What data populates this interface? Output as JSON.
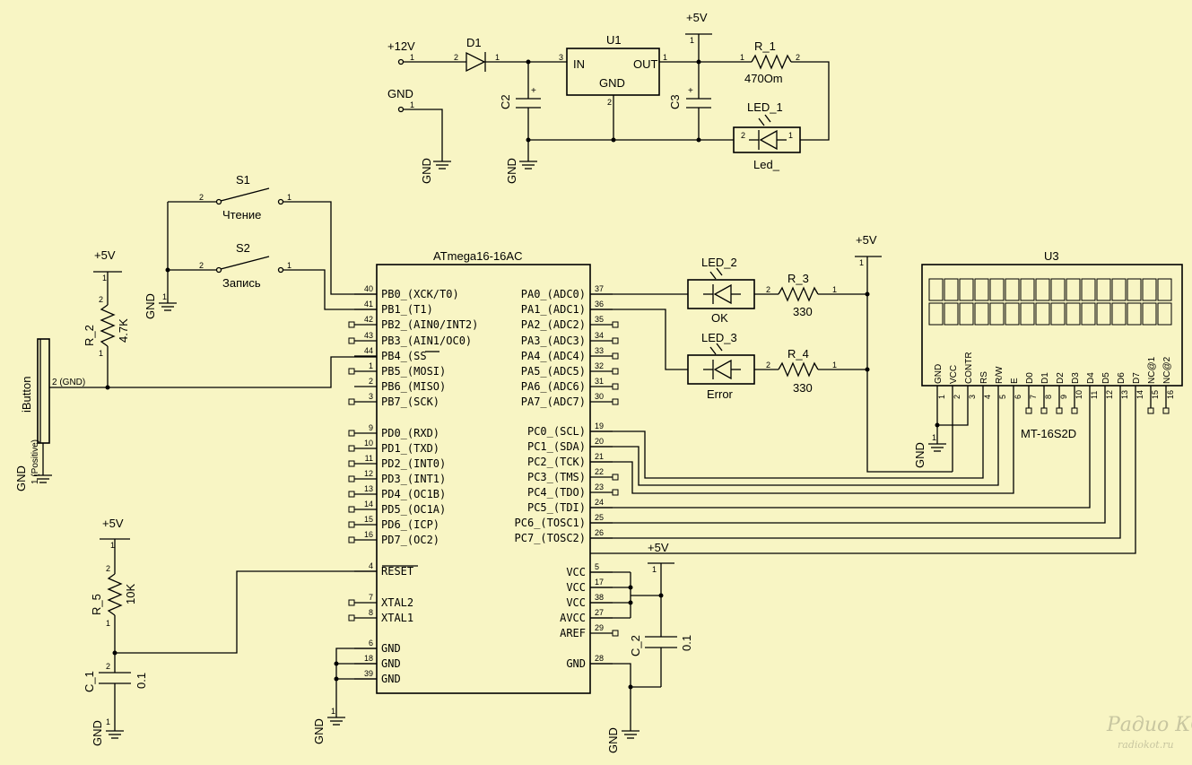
{
  "power": {
    "p12": "+12V",
    "gnd": "GND",
    "p5": "+5V"
  },
  "components": {
    "d1": "D1",
    "u1": {
      "ref": "U1",
      "in": "IN",
      "out": "OUT",
      "gnd": "GND"
    },
    "c2top": "C2",
    "c3": "C3",
    "r1": {
      "ref": "R_1",
      "value": "470Om"
    },
    "led1": {
      "ref": "LED_1",
      "label": "Led_"
    },
    "s1": {
      "ref": "S1",
      "label": "Чтение"
    },
    "s2": {
      "ref": "S2",
      "label": "Запись"
    },
    "r2": {
      "ref": "R_2",
      "value": "4.7K"
    },
    "ibutton": {
      "ref": "iButton",
      "gnd_pin": "2 (GND)",
      "pos_pin": "1 (Positive)"
    },
    "r5": {
      "ref": "R_5",
      "value": "10K"
    },
    "c1": {
      "ref": "C_1",
      "value": "0.1"
    },
    "c2bot": {
      "ref": "C_2",
      "value": "0.1"
    },
    "led2": {
      "ref": "LED_2",
      "label": "OK"
    },
    "led3": {
      "ref": "LED_3",
      "label": "Error"
    },
    "r3": {
      "ref": "R_3",
      "value": "330"
    },
    "r4": {
      "ref": "R_4",
      "value": "330"
    },
    "u3": {
      "ref": "U3",
      "part": "MT-16S2D"
    }
  },
  "mcu": {
    "title": "ATmega16-16AC",
    "left_pins": [
      {
        "num": "40",
        "label": "PB0_(XCK/T0)"
      },
      {
        "num": "41",
        "label": "PB1_(T1)"
      },
      {
        "num": "42",
        "label": "PB2_(AIN0/INT2)"
      },
      {
        "num": "43",
        "label": "PB3_(AIN1/OC0)"
      },
      {
        "num": "44",
        "label": "PB4_(SS"
      },
      {
        "num": "1",
        "label": "PB5_(MOSI)"
      },
      {
        "num": "2",
        "label": "PB6_(MISO)"
      },
      {
        "num": "3",
        "label": "PB7_(SCK)"
      },
      {
        "num": "9",
        "label": "PD0_(RXD)"
      },
      {
        "num": "10",
        "label": "PD1_(TXD)"
      },
      {
        "num": "11",
        "label": "PD2_(INT0)"
      },
      {
        "num": "12",
        "label": "PD3_(INT1)"
      },
      {
        "num": "13",
        "label": "PD4_(OC1B)"
      },
      {
        "num": "14",
        "label": "PD5_(OC1A)"
      },
      {
        "num": "15",
        "label": "PD6_(ICP)"
      },
      {
        "num": "16",
        "label": "PD7_(OC2)"
      },
      {
        "num": "4",
        "label": "RESET"
      },
      {
        "num": "7",
        "label": "XTAL2"
      },
      {
        "num": "8",
        "label": "XTAL1"
      },
      {
        "num": "6",
        "label": "GND"
      },
      {
        "num": "18",
        "label": "GND"
      },
      {
        "num": "39",
        "label": "GND"
      }
    ],
    "right_pins": [
      {
        "num": "37",
        "label": "PA0_(ADC0)"
      },
      {
        "num": "36",
        "label": "PA1_(ADC1)"
      },
      {
        "num": "35",
        "label": "PA2_(ADC2)"
      },
      {
        "num": "34",
        "label": "PA3_(ADC3)"
      },
      {
        "num": "33",
        "label": "PA4_(ADC4)"
      },
      {
        "num": "32",
        "label": "PA5_(ADC5)"
      },
      {
        "num": "31",
        "label": "PA6_(ADC6)"
      },
      {
        "num": "30",
        "label": "PA7_(ADC7)"
      },
      {
        "num": "19",
        "label": "PC0_(SCL)"
      },
      {
        "num": "20",
        "label": "PC1_(SDA)"
      },
      {
        "num": "21",
        "label": "PC2_(TCK)"
      },
      {
        "num": "22",
        "label": "PC3_(TMS)"
      },
      {
        "num": "23",
        "label": "PC4_(TDO)"
      },
      {
        "num": "24",
        "label": "PC5_(TDI)"
      },
      {
        "num": "25",
        "label": "PC6_(TOSC1)"
      },
      {
        "num": "26",
        "label": "PC7_(TOSC2)"
      },
      {
        "num": "5",
        "label": "VCC"
      },
      {
        "num": "17",
        "label": "VCC"
      },
      {
        "num": "38",
        "label": "VCC"
      },
      {
        "num": "27",
        "label": "AVCC"
      },
      {
        "num": "29",
        "label": "AREF"
      },
      {
        "num": "28",
        "label": "GND"
      }
    ]
  },
  "lcd_pins": [
    {
      "num": "1",
      "label": "GND"
    },
    {
      "num": "2",
      "label": "VCC"
    },
    {
      "num": "3",
      "label": "CONTR"
    },
    {
      "num": "4",
      "label": "RS"
    },
    {
      "num": "5",
      "label": "R/W"
    },
    {
      "num": "6",
      "label": "E"
    },
    {
      "num": "7",
      "label": "D0"
    },
    {
      "num": "8",
      "label": "D1"
    },
    {
      "num": "9",
      "label": "D2"
    },
    {
      "num": "10",
      "label": "D3"
    },
    {
      "num": "11",
      "label": "D4"
    },
    {
      "num": "12",
      "label": "D5"
    },
    {
      "num": "13",
      "label": "D6"
    },
    {
      "num": "14",
      "label": "D7"
    },
    {
      "num": "15",
      "label": "NC@1"
    },
    {
      "num": "16",
      "label": "NC@2"
    }
  ],
  "watermark": {
    "line1": "Радио КОТ",
    "line2": "radiokot.ru"
  }
}
